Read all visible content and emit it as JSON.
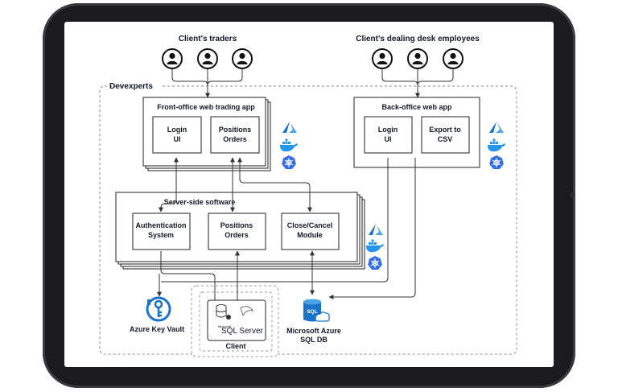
{
  "groups": {
    "traders_label": "Client's traders",
    "dealing_label": "Client's dealing desk employees",
    "devexperts_label": "Devexperts",
    "client_label": "Client"
  },
  "front_office": {
    "title": "Front-office web trading app",
    "login_line1": "Login",
    "login_line2": "UI",
    "positions_line1": "Positions",
    "positions_line2": "Orders"
  },
  "back_office": {
    "title": "Back-office web app",
    "login_line1": "Login",
    "login_line2": "UI",
    "export_line1": "Export to",
    "export_line2": "CSV"
  },
  "server_side": {
    "title": "Server-side software",
    "auth_line1": "Authentication",
    "auth_line2": "System",
    "positions_line1": "Positions",
    "positions_line2": "Orders",
    "close_line1": "Close/Cancel",
    "close_line2": "Module"
  },
  "services": {
    "key_vault": "Azure Key Vault",
    "sql_db_line1": "Microsoft Azure",
    "sql_db_line2": "SQL DB",
    "sql_db_badge": "SQL",
    "sql_server_small": "Microsoft",
    "sql_server_text": "SQL Server"
  },
  "icons": {
    "user": "user-icon",
    "azure": "azure-icon",
    "docker": "docker-icon",
    "kubernetes": "kubernetes-icon",
    "key_vault": "key-vault-icon",
    "sql_database": "sql-database-icon",
    "sql_server": "sql-server-icon"
  },
  "colors": {
    "azure_blue": "#1a73c9",
    "docker_blue": "#2496ed",
    "k8s_blue": "#326ce5",
    "line": "#333333"
  }
}
